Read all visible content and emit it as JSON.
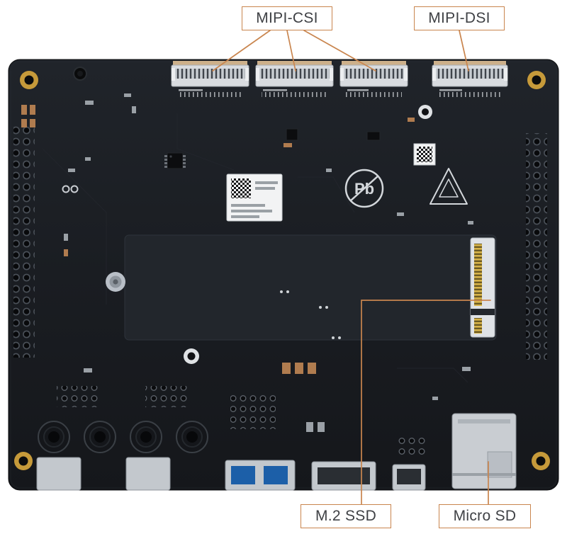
{
  "figure": {
    "background": "#ffffff",
    "description": "Annotated top view of a single-board computer PCB"
  },
  "palette": {
    "accent": "#c9854e",
    "board": "#1a1d22",
    "metal": "#c6cbd0",
    "gold": "#d8b44a"
  },
  "callouts": {
    "mipi_csi": "MIPI-CSI",
    "mipi_dsi": "MIPI-DSI",
    "m2_ssd": "M.2 SSD",
    "micro_sd": "Micro SD"
  },
  "board_markings": {
    "pb_free_symbol": "Pb"
  }
}
